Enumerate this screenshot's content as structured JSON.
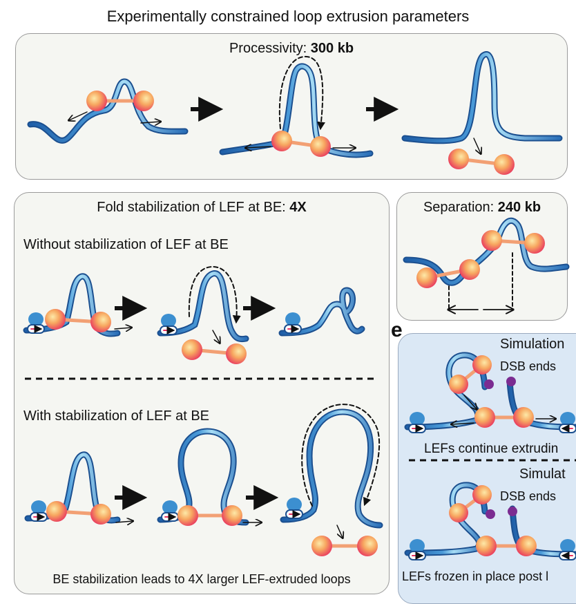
{
  "main_title": "Experimentally constrained loop extrusion parameters",
  "processivity": {
    "label": "Processivity: ",
    "value": "300 kb"
  },
  "fold": {
    "label": "Fold stabilization of LEF at BE: ",
    "value": "4X",
    "without_label": "Without stabilization of LEF at BE",
    "with_label": "With stabilization of LEF at BE",
    "caption": "BE stabilization leads to 4X larger LEF-extruded loops"
  },
  "separation": {
    "label": "Separation: ",
    "value": "240 kb"
  },
  "panel_e": {
    "letter": "e",
    "sim1_title": "Simulation",
    "sim2_title": "Simulat",
    "dsb1": "DSB ends",
    "dsb2": "DSB ends",
    "caption1": "LEFs continue extrudin",
    "caption2": "LEFs frozen in place post l"
  },
  "colors": {
    "chromatin": "#2a6fb8",
    "chromatin_light": "#8cc8ee",
    "lef_head": "#ef3b6e",
    "lef_head_light": "#f9c77a",
    "lef_linker": "#f2a074",
    "boundary": "#3c8fd0",
    "dsb": "#7b2c91",
    "arrow": "#111111"
  }
}
